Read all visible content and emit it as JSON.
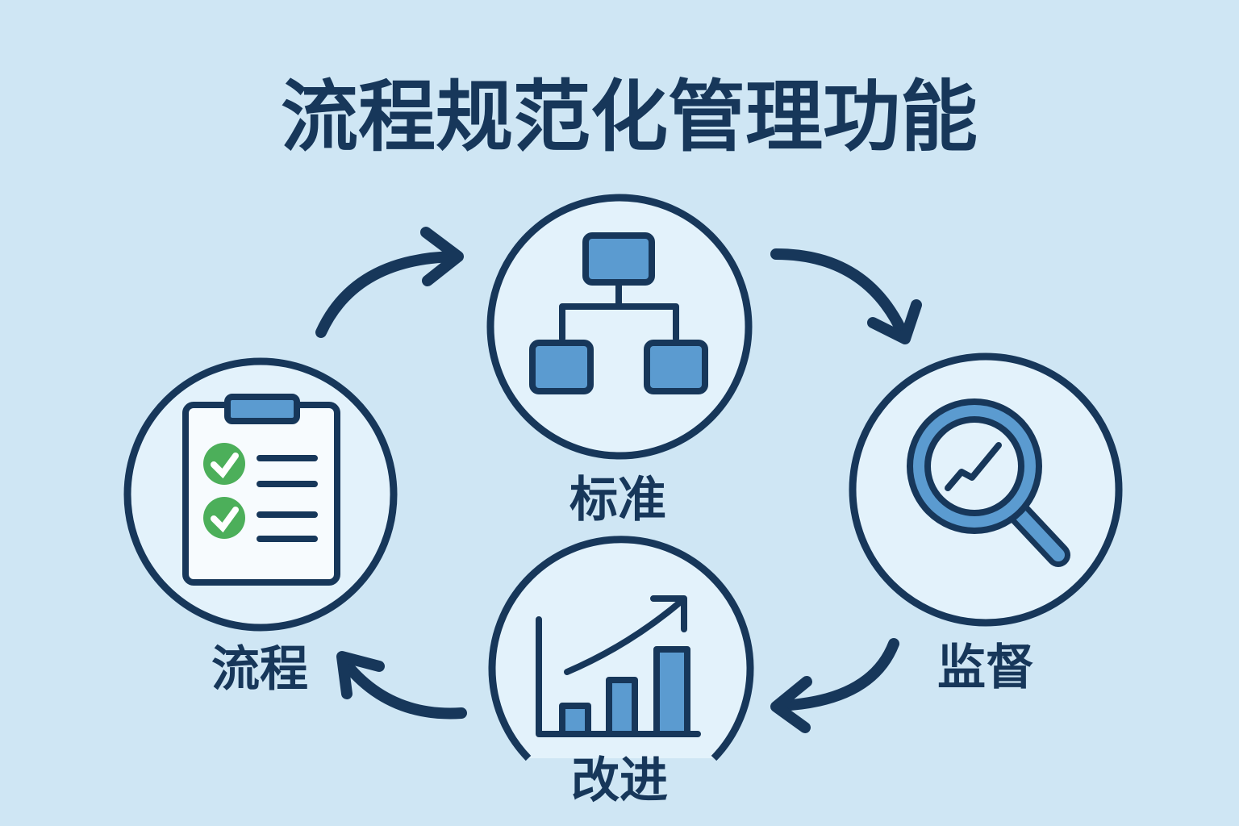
{
  "title": "流程规范化管理功能",
  "nodes": {
    "standard": {
      "label": "标准",
      "icon": "org-chart-icon"
    },
    "process": {
      "label": "流程",
      "icon": "checklist-clipboard-icon"
    },
    "monitor": {
      "label": "监督",
      "icon": "magnifier-trend-icon"
    },
    "improve": {
      "label": "改进",
      "icon": "growth-bar-chart-icon"
    }
  },
  "colors": {
    "background": "#cfe6f4",
    "ink": "#17375a",
    "accent": "#5b9bd0",
    "check": "#4caf5a"
  }
}
